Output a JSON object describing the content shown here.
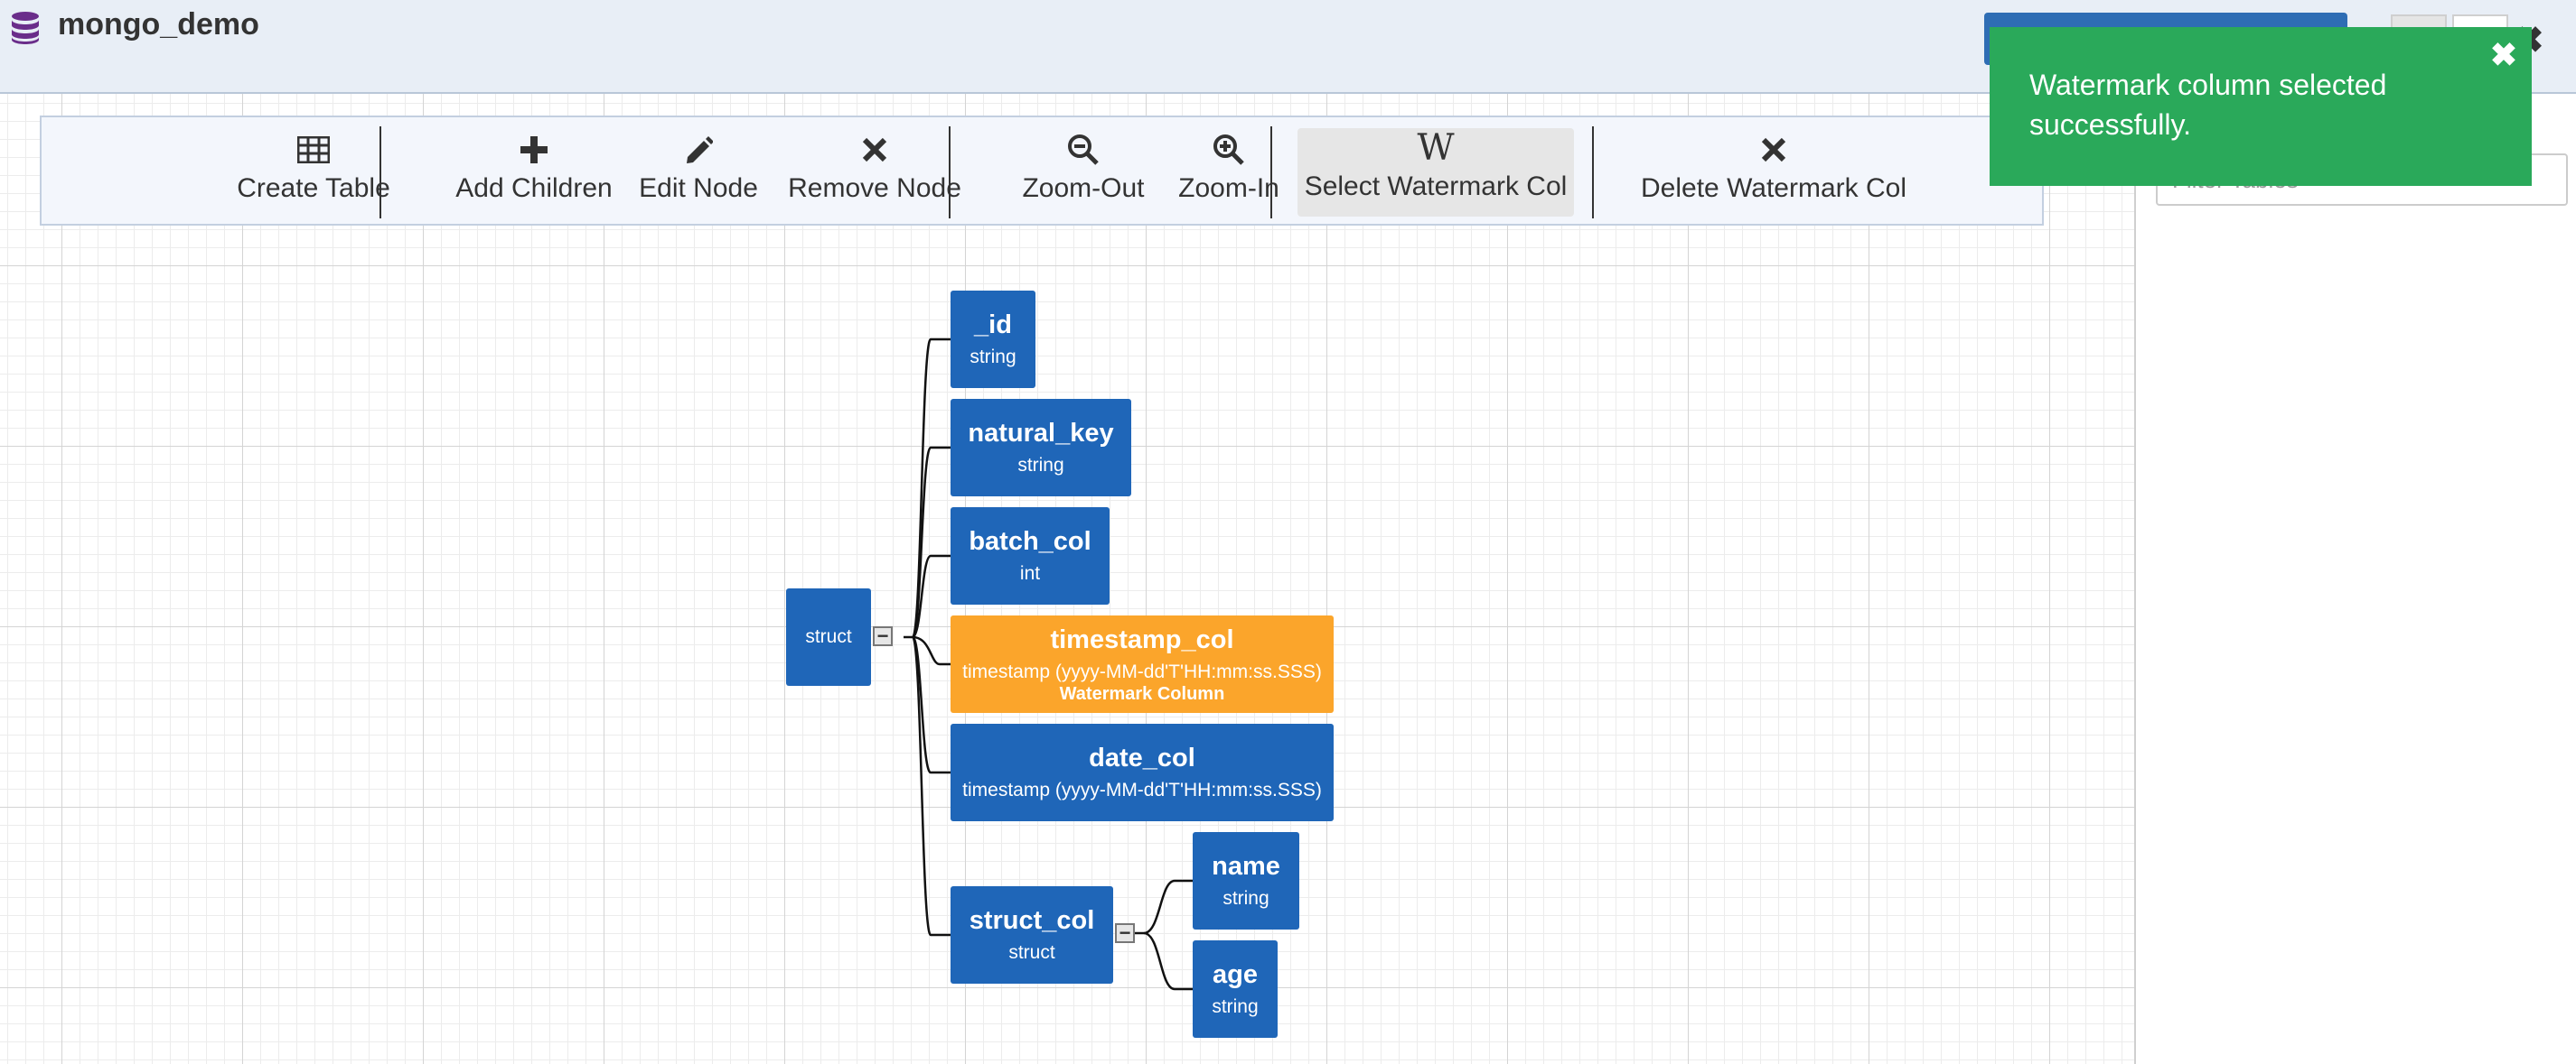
{
  "header": {
    "title": "mongo_demo",
    "icon": "database-icon",
    "close_glyph": "✖"
  },
  "toolbar": {
    "create_table": "Create Table",
    "add_children": "Add Children",
    "edit_node": "Edit Node",
    "remove_node": "Remove Node",
    "zoom_out": "Zoom-Out",
    "zoom_in": "Zoom-In",
    "select_watermark": "Select Watermark Col",
    "delete_watermark": "Delete Watermark Col"
  },
  "sidebar": {
    "filter_placeholder": "Filter Tables"
  },
  "toast": {
    "message": "Watermark column selected successfully.",
    "close_glyph": "✖"
  },
  "tree": {
    "root": {
      "type": "struct"
    },
    "nodes": [
      {
        "name": "_id",
        "type": "string"
      },
      {
        "name": "natural_key",
        "type": "string"
      },
      {
        "name": "batch_col",
        "type": "int"
      },
      {
        "name": "timestamp_col",
        "type": "timestamp (yyyy-MM-dd'T'HH:mm:ss.SSS)",
        "badge": "Watermark Column"
      },
      {
        "name": "date_col",
        "type": "timestamp (yyyy-MM-dd'T'HH:mm:ss.SSS)"
      },
      {
        "name": "struct_col",
        "type": "struct"
      },
      {
        "name": "name",
        "type": "string"
      },
      {
        "name": "age",
        "type": "string"
      }
    ],
    "collapse_glyph": "−"
  },
  "colors": {
    "node_blue": "#1f66b8",
    "watermark_orange": "#fba52b",
    "toast_green": "#2aa95a",
    "header_bg": "#e8eef6"
  }
}
